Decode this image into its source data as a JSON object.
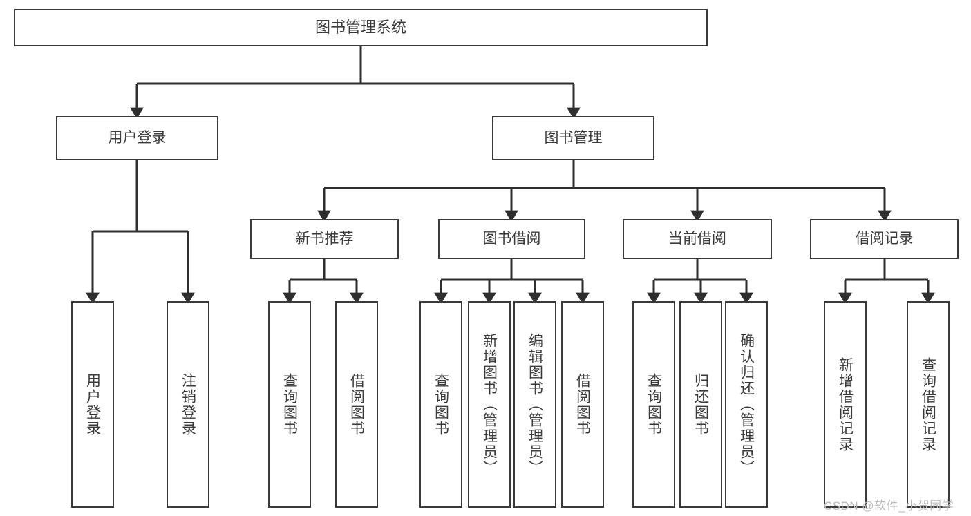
{
  "diagram": {
    "type": "tree-hierarchy-chart",
    "title_node": "图书管理系统",
    "theme": {
      "background": "#ffffff",
      "box_border": "#3a3a3a",
      "box_fill": "#ffffff",
      "text": "#3b3b3b",
      "connector": "#2e2e2e",
      "watermark": "#b9b9b9"
    },
    "levels": {
      "root": "图书管理系统",
      "level2": [
        "用户登录",
        "图书管理"
      ],
      "level3": [
        "新书推荐",
        "图书借阅",
        "当前借阅",
        "借阅记录"
      ]
    },
    "nodes": {
      "root": {
        "label": "图书管理系统"
      },
      "user_login": {
        "label": "用户登录"
      },
      "book_manage": {
        "label": "图书管理"
      },
      "new_book_rec": {
        "label": "新书推荐"
      },
      "book_borrow": {
        "label": "图书借阅"
      },
      "current_borrow": {
        "label": "当前借阅"
      },
      "borrow_record": {
        "label": "借阅记录"
      }
    },
    "leaves": {
      "user_login": [
        {
          "label": "用户登录"
        },
        {
          "label": "注销登录"
        }
      ],
      "new_book_rec": [
        {
          "label": "查询图书"
        },
        {
          "label": "借阅图书"
        }
      ],
      "book_borrow": [
        {
          "label": "查询图书"
        },
        {
          "label": "新增图书（管理员）"
        },
        {
          "label": "编辑图书（管理员）"
        },
        {
          "label": "借阅图书"
        }
      ],
      "current_borrow": [
        {
          "label": "查询图书"
        },
        {
          "label": "归还图书"
        },
        {
          "label": "确认归还（管理员）"
        }
      ],
      "borrow_record": [
        {
          "label": "新增借阅记录"
        },
        {
          "label": "查询借阅记录"
        }
      ]
    },
    "watermark": {
      "text": "CSDN @软件_小贺同学"
    }
  }
}
